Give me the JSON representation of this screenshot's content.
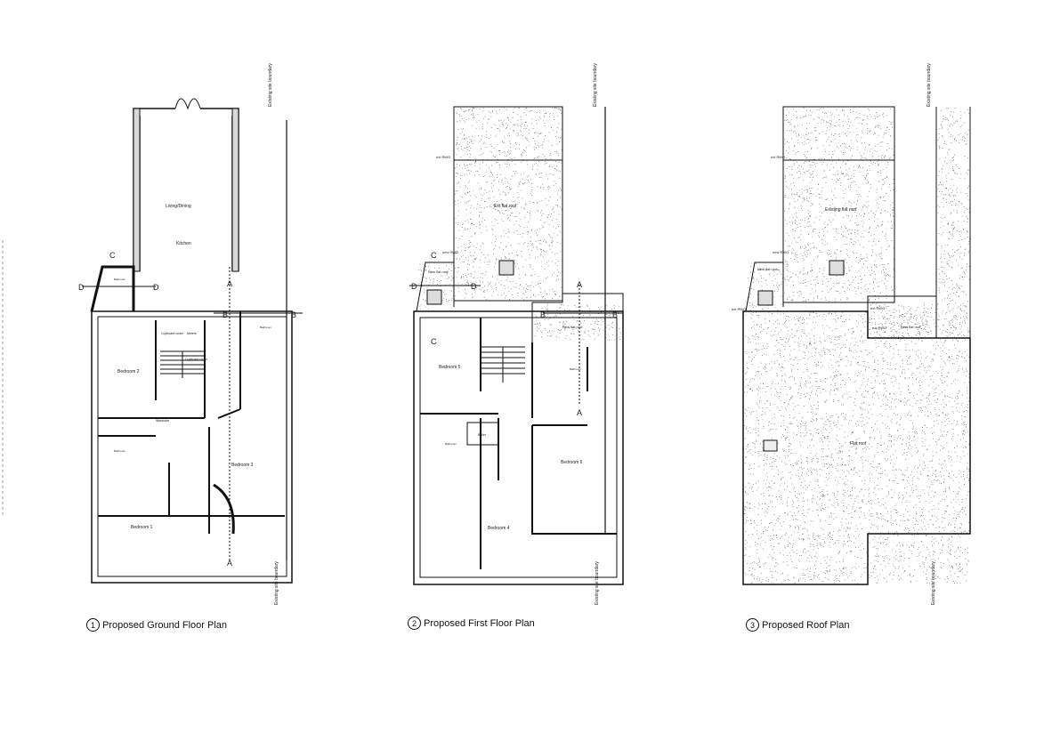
{
  "plans": [
    {
      "number": "1",
      "title": "Proposed Ground Floor Plan",
      "rooms": {
        "living": "Living/Dining",
        "kitchen": "Kitchen",
        "bedroom2": "Bedroom 2",
        "bedroom1": "Bedroom 1",
        "bedroom3": "Bedroom 3",
        "cupboard1": "Cupboard under",
        "cupboard2": "Cupboard under",
        "meters": "Meters",
        "wardrobe": "Wardrobe",
        "bathroom1": "Bathroom",
        "bathroom2": "Bathroom",
        "bathroom3": "Bathroom"
      }
    },
    {
      "number": "2",
      "title": "Proposed First Floor Plan",
      "rooms": {
        "extroof": "Ext flat roof",
        "newroof1": "New flat roof",
        "newroof2": "New flat roof",
        "bedroom5": "Bedroom 5",
        "bedroom4": "Bedroom 4",
        "bedroom6": "Bedroom 6",
        "boiler": "Boiler",
        "bathroom1": "Bathroom",
        "bathroom2": "Bathroom"
      }
    },
    {
      "number": "3",
      "title": "Proposed Roof Plan",
      "rooms": {
        "extroof": "Existing flat roof",
        "newroof1": "New flat roof",
        "newroof2": "New flat roof",
        "flatroof": "Flat roof"
      }
    }
  ],
  "annotations": {
    "boundary": "Existing site boundary",
    "rwp": "ext RWO",
    "new_rwp": "new RWO",
    "section_a": "A",
    "section_b": "B",
    "section_c": "C",
    "section_d": "D"
  },
  "colors": {
    "wall": "#d8d8d8",
    "line": "#111111",
    "stipple": "#555555"
  }
}
